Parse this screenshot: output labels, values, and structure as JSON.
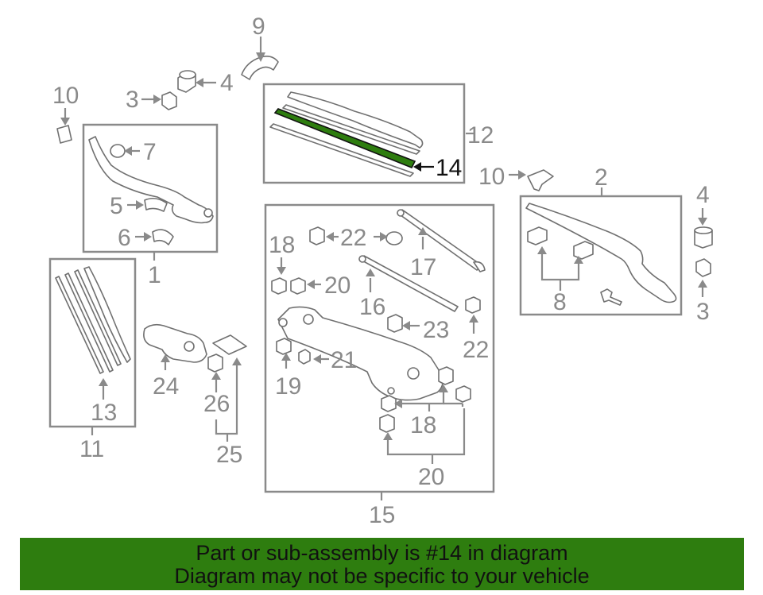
{
  "diagram": {
    "highlight_color": "#2e7d0f",
    "callouts": {
      "c1": "1",
      "c2": "2",
      "c3a": "3",
      "c3b": "3",
      "c4a": "4",
      "c4b": "4",
      "c5": "5",
      "c6": "6",
      "c7": "7",
      "c8": "8",
      "c9": "9",
      "c10a": "10",
      "c10b": "10",
      "c11": "11",
      "c12": "12",
      "c13": "13",
      "c14": "14",
      "c15": "15",
      "c16": "16",
      "c17": "17",
      "c18a": "18",
      "c18b": "18",
      "c19": "19",
      "c20a": "20",
      "c20b": "20",
      "c21": "21",
      "c22a": "22",
      "c22b": "22",
      "c23": "23",
      "c24": "24",
      "c25": "25",
      "c26": "26"
    }
  },
  "banner": {
    "line1": "Part or sub-assembly is #14 in diagram",
    "line2": "Diagram may not be specific to your vehicle",
    "background": "#2e7d0f"
  }
}
